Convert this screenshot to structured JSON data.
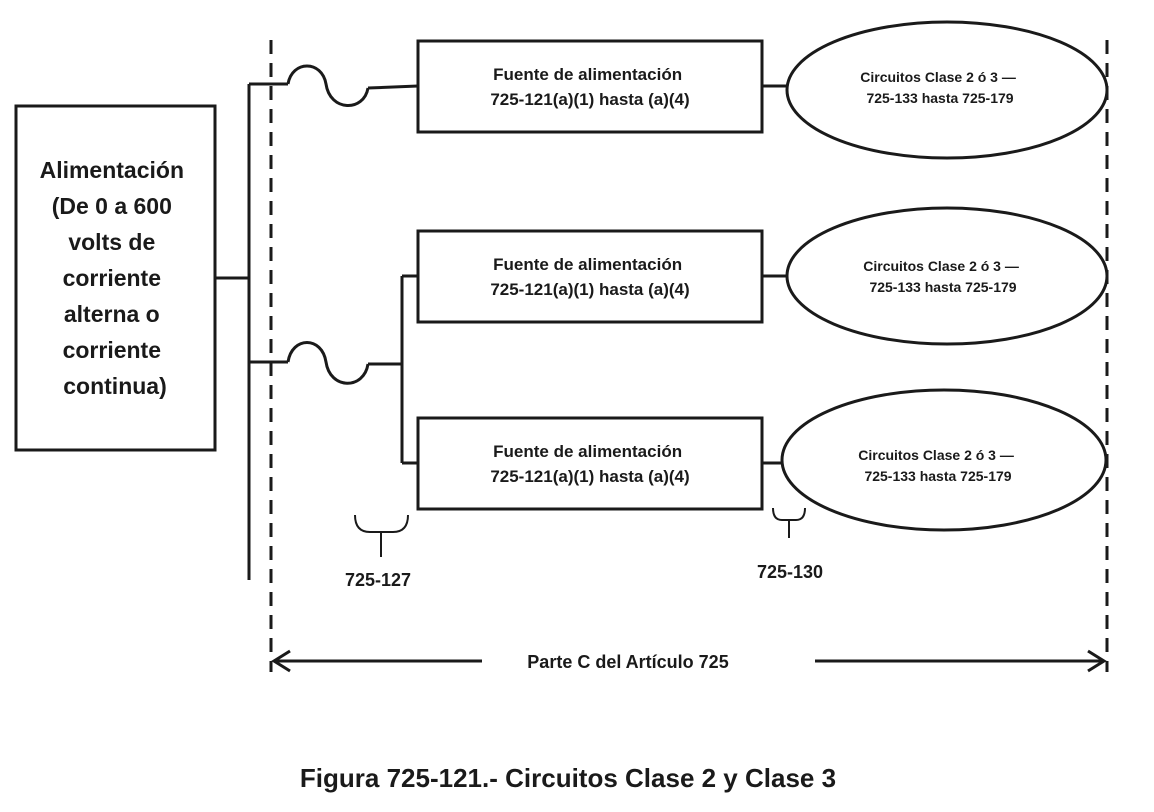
{
  "supply": {
    "lines": [
      "Alimentación",
      "(De 0 a 600",
      "volts de",
      "corriente",
      "alterna o",
      "corriente",
      "continua)"
    ]
  },
  "branches": [
    {
      "source_lines": [
        "Fuente de alimentación",
        "725-121(a)(1) hasta (a)(4)"
      ],
      "circuit_lines": [
        "Circuitos  Clase 2 ó 3 —",
        "725-133 hasta 725-179"
      ]
    },
    {
      "source_lines": [
        "Fuente de alimentación",
        "725-121(a)(1) hasta (a)(4)"
      ],
      "circuit_lines": [
        "Circuitos  Clase 2 ó 3 —",
        "725-133 hasta 725-179"
      ]
    },
    {
      "source_lines": [
        "Fuente de alimentación",
        "725-121(a)(1) hasta (a)(4)"
      ],
      "circuit_lines": [
        "Circuitos  Clase 2 ó 3 —",
        "725-133 hasta 725-179"
      ]
    }
  ],
  "refs": {
    "left": "725-127",
    "right": "725-130"
  },
  "span_label": "Parte C del Artículo 725",
  "caption": "Figura 725-121.- Circuitos Clase 2 y Clase 3"
}
